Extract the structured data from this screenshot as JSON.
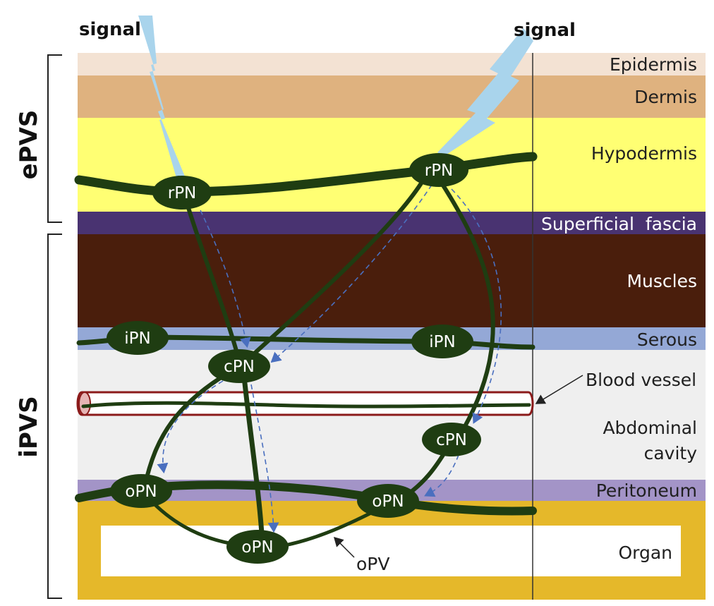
{
  "signals": [
    "signal",
    "signal"
  ],
  "regions": {
    "epvs": "ePVS",
    "ipvs": "iPVS"
  },
  "layers": {
    "epidermis": "Epidermis",
    "dermis": "Dermis",
    "hypodermis": "Hypodermis",
    "superficial_fascia": "Superficial  fascia",
    "muscles": "Muscles",
    "serous": "Serous",
    "abdominal_cavity_line1": "Abdominal",
    "abdominal_cavity_line2": "cavity",
    "peritoneum": "Peritoneum",
    "organ": "Organ"
  },
  "callouts": {
    "blood_vessel": "Blood vessel",
    "opv": "oPV"
  },
  "nodes": {
    "rpn_left": "rPN",
    "rpn_right": "rPN",
    "ipn_left": "iPN",
    "ipn_right": "iPN",
    "cpn_upper": "cPN",
    "cpn_lower": "cPN",
    "opn_left": "oPN",
    "opn_right": "oPN",
    "opn_bottom": "oPN"
  },
  "colors": {
    "epidermis": "#f3e2d3",
    "dermis": "#dfb27f",
    "hypodermis": "#ffff73",
    "superficial_fascia": "#493371",
    "muscles": "#4a1e0c",
    "serous": "#94a8d6",
    "abdominal_cavity": "#efefef",
    "peritoneum": "#a394c7",
    "organ_band": "#e5b82a",
    "organ": "#ffffff",
    "vessel_node": "#1f3d12",
    "blood_vessel": "#8b1a1a",
    "signal": "#a9d4ec",
    "flow_arrow": "#4a6fbf"
  }
}
